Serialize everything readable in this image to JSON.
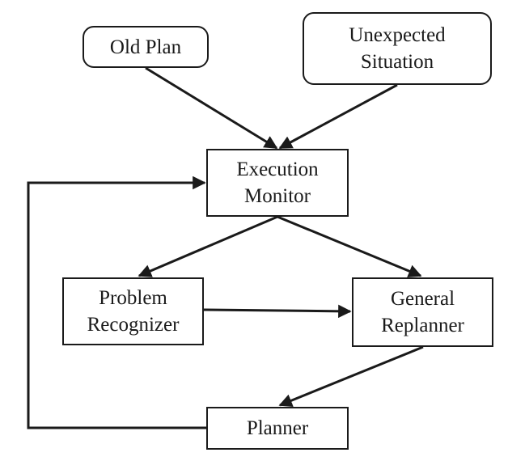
{
  "nodes": {
    "old_plan": {
      "label": "Old Plan"
    },
    "unexpected_situation": {
      "line1": "Unexpected",
      "line2": "Situation"
    },
    "execution_monitor": {
      "line1": "Execution",
      "line2": "Monitor"
    },
    "problem_recognizer": {
      "line1": "Problem",
      "line2": "Recognizer"
    },
    "general_replanner": {
      "line1": "General",
      "line2": "Replanner"
    },
    "planner": {
      "label": "Planner"
    }
  },
  "edges": [
    {
      "from": "Old Plan",
      "to": "Execution Monitor"
    },
    {
      "from": "Unexpected Situation",
      "to": "Execution Monitor"
    },
    {
      "from": "Execution Monitor",
      "to": "Problem Recognizer"
    },
    {
      "from": "Execution Monitor",
      "to": "General Replanner"
    },
    {
      "from": "Problem Recognizer",
      "to": "General Replanner"
    },
    {
      "from": "General Replanner",
      "to": "Planner"
    },
    {
      "from": "Planner",
      "to": "Execution Monitor"
    }
  ],
  "colors": {
    "stroke": "#1a1a1a",
    "background": "#ffffff"
  }
}
